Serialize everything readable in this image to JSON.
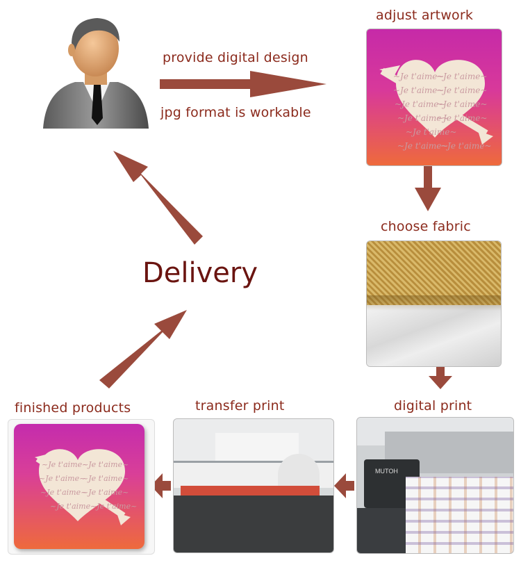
{
  "labels": {
    "adjust_artwork": "adjust artwork",
    "provide_design": "provide digital design",
    "jpg_format": "jpg format is workable",
    "choose_fabric": "choose fabric",
    "delivery": "Delivery",
    "digital_print": "digital print",
    "transfer_print": "transfer print",
    "finished_products": "finished products"
  },
  "artwork_text": "~Je t'aime~",
  "printer_brand": "MUTOH",
  "colors": {
    "arrow": "#9a4a3c",
    "label_text": "#8b2a1c",
    "delivery_text": "#6a1410",
    "artwork_magenta": "#c62aa8",
    "artwork_orange": "#ef6a3a",
    "fabric_gold": "#c9a453",
    "fabric_white": "#e6e6e6"
  }
}
